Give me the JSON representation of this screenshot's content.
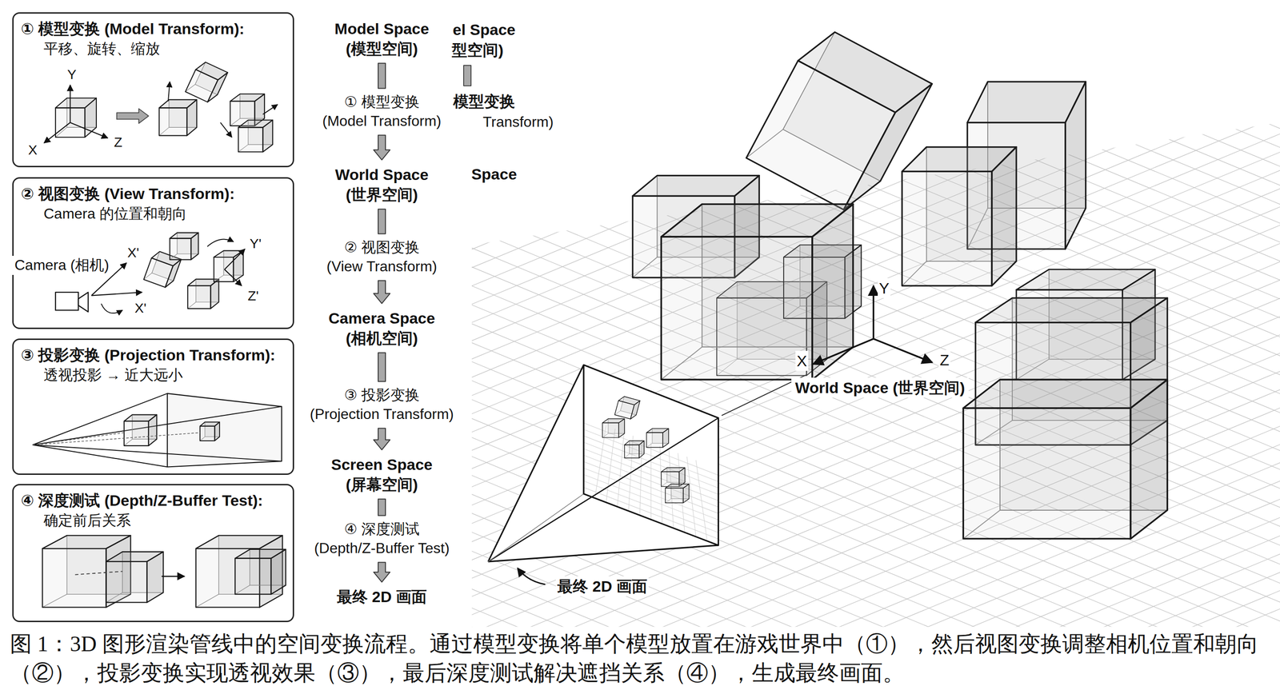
{
  "diagram": {
    "caption": "图 1：3D 图形渲染管线中的空间变换流程。通过模型变换将单个模型放置在游戏世界中（①），然后视图变换调整相机位置和朝向（②），投影变换实现透视效果（③），最后深度测试解决遮挡关系（④），生成最终画面。",
    "nodes": [
      {
        "text": [
          "① 模型变换 (Model Transform):",
          "平移、旋转、缩放"
        ]
      },
      {
        "text": [
          "② 视图变换 (View Transform):",
          "Camera 的位置和朝向"
        ]
      },
      {
        "text": [
          "③ 投影变换 (Projection Transform):",
          "透视投影 → 近大远小"
        ]
      },
      {
        "text": [
          "④ 深度测试 (Depth/Z-Buffer Test):",
          "确定前后关系"
        ]
      },
      {
        "text": [
          "Model Space (模型空间)"
        ]
      },
      {
        "text": [
          "① 模型变换 (Model Transform)"
        ]
      },
      {
        "text": [
          "World Space (世界空间)"
        ]
      },
      {
        "text": [
          "② 视图变换 (View Transform)"
        ]
      },
      {
        "text": [
          "Camera Space (相机空间)"
        ]
      },
      {
        "text": [
          "③ 投影变换 (Projection Transform)"
        ]
      },
      {
        "text": [
          "Screen Space (屏幕空间)"
        ]
      },
      {
        "text": [
          "④ 深度测试 (Depth/Z-Buffer Test)"
        ]
      },
      {
        "text": [
          "最终 2D 画面"
        ]
      }
    ],
    "edges": [
      {
        "from": 4,
        "to": 5,
        "arrow": "none"
      },
      {
        "from": 5,
        "to": 6,
        "arrow": "to"
      },
      {
        "from": 6,
        "to": 7,
        "arrow": "none"
      },
      {
        "from": 7,
        "to": 8,
        "arrow": "to"
      },
      {
        "from": 8,
        "to": 9,
        "arrow": "none"
      },
      {
        "from": 9,
        "to": 10,
        "arrow": "to"
      },
      {
        "from": 10,
        "to": 11,
        "arrow": "none"
      },
      {
        "from": 11,
        "to": 12,
        "arrow": "to"
      }
    ],
    "labels": [
      "el Space",
      "型空间)",
      "模型变换",
      "Transform)",
      "Space",
      "Y",
      "X",
      "Z",
      "Camera (相机)",
      "X'",
      "X'",
      "Y'",
      "Z'",
      "Y",
      "X",
      "Z",
      "World Space (世界空间)",
      "最终 2D 画面"
    ]
  }
}
